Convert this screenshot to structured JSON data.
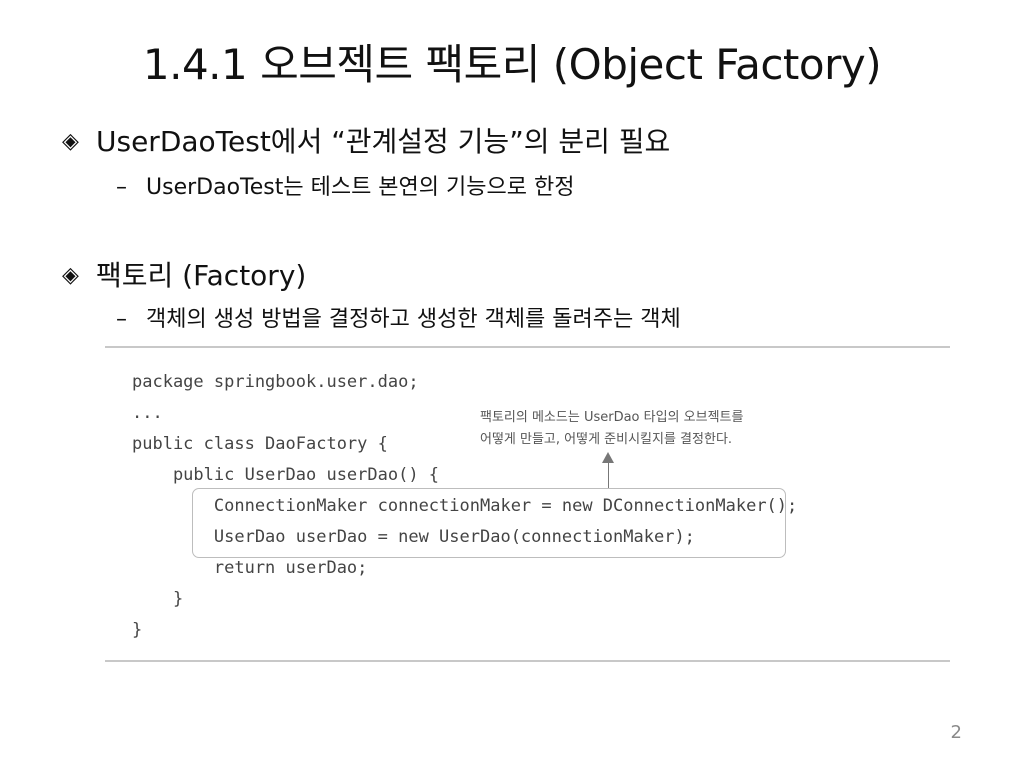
{
  "slide": {
    "title": "1.4.1 오브젝트 팩토리 (Object Factory)",
    "page_number": "2"
  },
  "bullets": [
    {
      "marker": "◈",
      "text": "UserDaoTest에서 “관계설정 기능”의 분리 필요",
      "sub": {
        "dash": "–",
        "text": "UserDaoTest는 테스트 본연의 기능으로 한정"
      }
    },
    {
      "marker": "◈",
      "text": "팩토리 (Factory)",
      "sub": {
        "dash": "–",
        "text": "객체의 생성 방법을 결정하고 생성한 객체를 돌려주는 객체"
      }
    }
  ],
  "code": {
    "lines": [
      "package springbook.user.dao;",
      "...",
      "public class DaoFactory {",
      "    public UserDao userDao() {",
      "        ConnectionMaker connectionMaker = new DConnectionMaker();",
      "        UserDao userDao = new UserDao(connectionMaker);",
      "        return userDao;",
      "    }",
      "}"
    ]
  },
  "annotation": {
    "line1": "팩토리의 메소드는 UserDao 타입의 오브젝트를",
    "line2": "어떻게 만들고, 어떻게 준비시킬지를 결정한다."
  }
}
